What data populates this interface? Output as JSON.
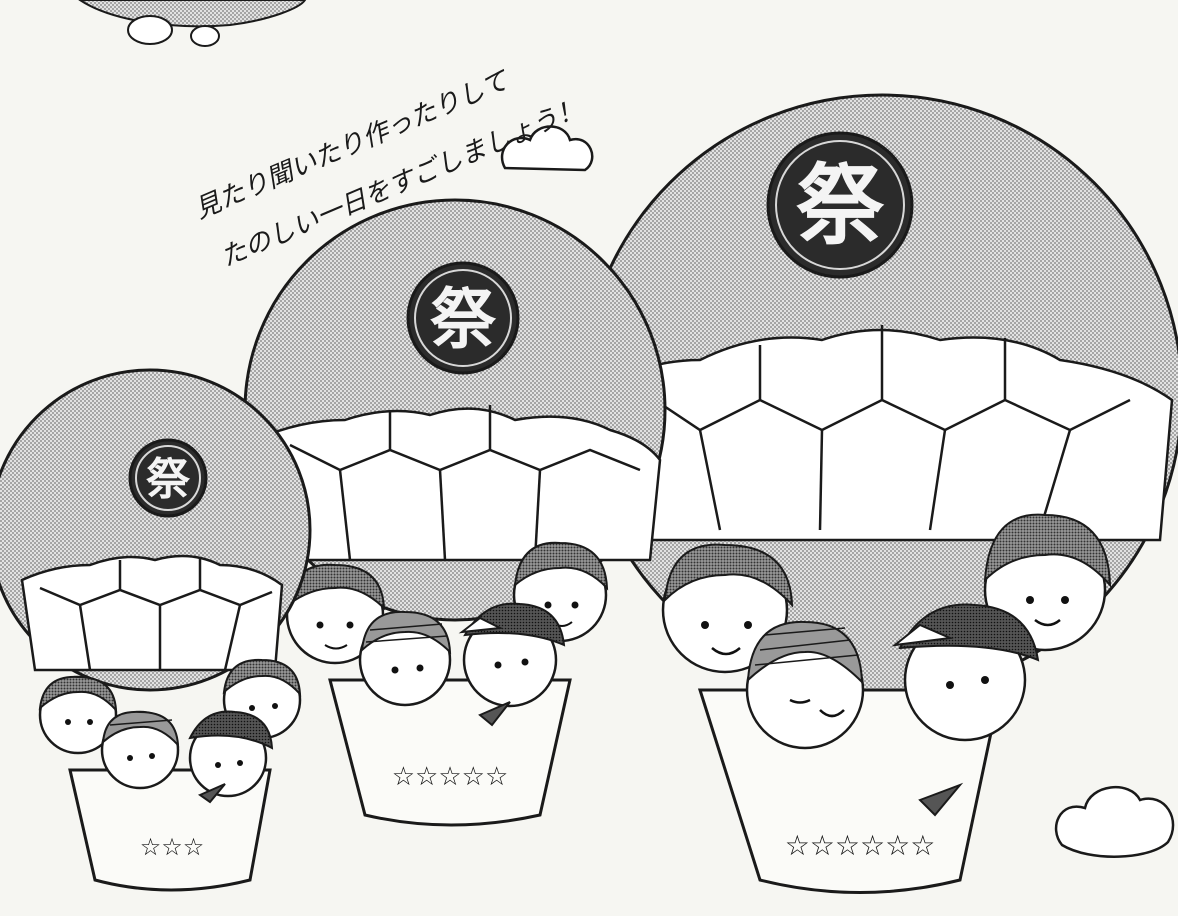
{
  "caption": {
    "line1": "見たり聞いたり作ったりして",
    "line2": "たのしい一日をすごしましょう！"
  },
  "balloons": [
    {
      "id": "small",
      "emblem": "祭",
      "stars": "☆☆☆"
    },
    {
      "id": "medium",
      "emblem": "祭",
      "stars": "☆☆☆☆☆"
    },
    {
      "id": "large",
      "emblem": "祭",
      "stars": "☆☆☆☆☆☆"
    }
  ],
  "colors": {
    "ink": "#1a1a1a",
    "paper": "#f6f6f2",
    "screentone": "#bdbdbd",
    "emblem": "#2b2b2b"
  }
}
